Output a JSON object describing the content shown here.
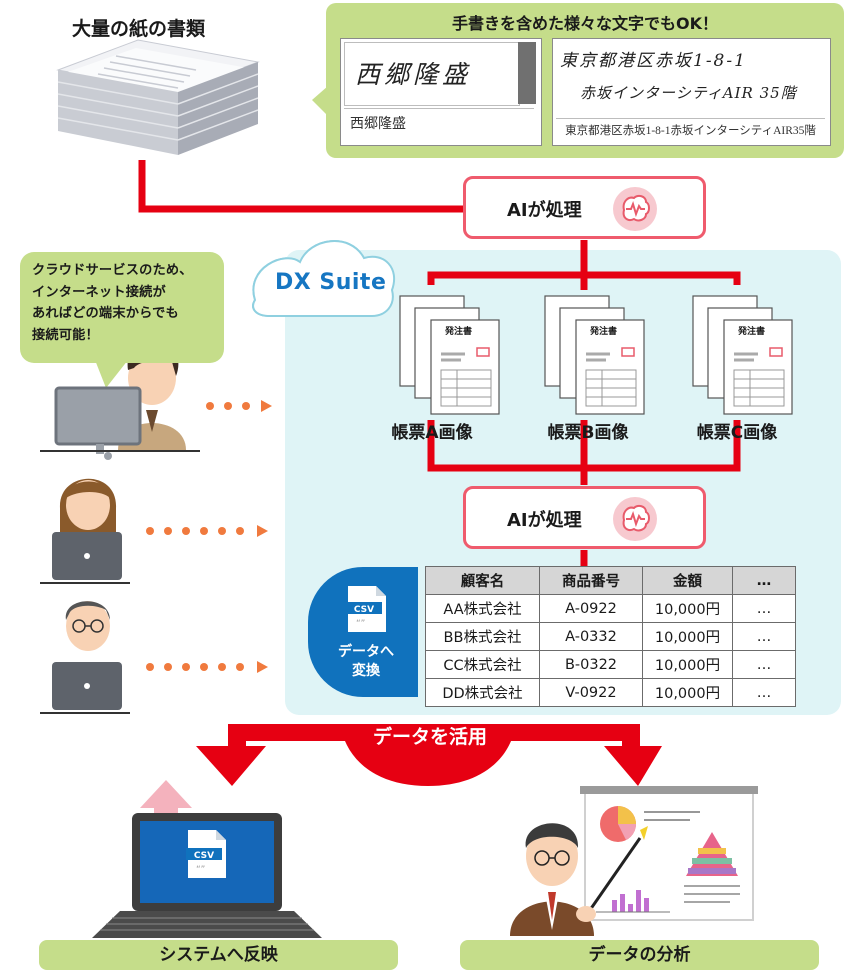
{
  "header": {
    "paper_title": "大量の紙の書類",
    "handwriting_heading": "手書きを含めた様々な文字でもOK！"
  },
  "handwriting": {
    "name_handwritten": "西郷隆盛",
    "name_typed": "西郷隆盛",
    "address_handwritten_line1": "東京都港区赤坂1-8-1",
    "address_handwritten_line2": "赤坂インターシティAIR 35階",
    "address_typed": "東京都港区赤坂1-8-1赤坂インターシティAIR35階"
  },
  "bubble": {
    "line1": "クラウドサービスのため、",
    "line2": "インターネット接続が",
    "line3": "あればどの端末からでも",
    "line4": "接続可能！"
  },
  "dx": {
    "title": "DX Suite"
  },
  "ai": {
    "label_top": "AIが処理",
    "label_mid": "AIが処理"
  },
  "forms": {
    "doc_label": "発注書",
    "a": "帳票A画像",
    "b": "帳票B画像",
    "c": "帳票C画像"
  },
  "csv": {
    "icon_label": "CSV",
    "line1": "データへ",
    "line2": "変換"
  },
  "table": {
    "headers": [
      "顧客名",
      "商品番号",
      "金額",
      "…"
    ],
    "rows": [
      [
        "AA株式会社",
        "A-0922",
        "10,000円",
        "…"
      ],
      [
        "BB株式会社",
        "A-0332",
        "10,000円",
        "…"
      ],
      [
        "CC株式会社",
        "B-0322",
        "10,000円",
        "…"
      ],
      [
        "DD株式会社",
        "V-0922",
        "10,000円",
        "…"
      ]
    ]
  },
  "usage": {
    "label": "データを活用",
    "left_label": "システムへ反映",
    "right_label": "データの分析",
    "csv_icon": "CSV"
  },
  "colors": {
    "red": "#e60012",
    "green": "#c5dd8a",
    "blue": "#1072bd",
    "cyan": "#dff4f6",
    "pink": "#ef5b6d",
    "orange": "#f07a3e"
  }
}
